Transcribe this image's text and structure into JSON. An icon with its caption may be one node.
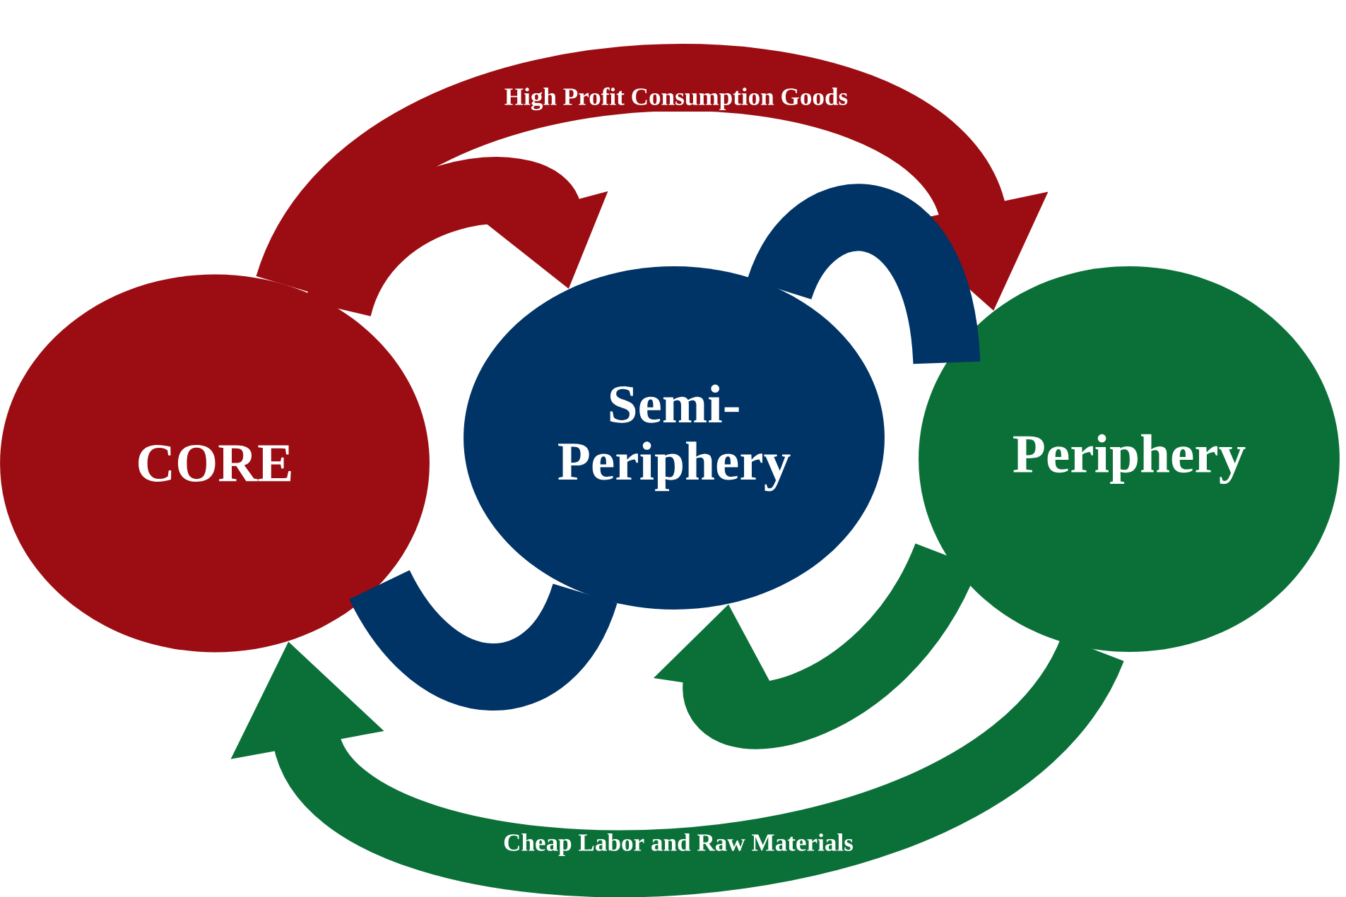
{
  "diagram": {
    "nodes": [
      {
        "text": [
          "CORE"
        ]
      },
      {
        "text": [
          "Semi-Periphery"
        ]
      },
      {
        "text": [
          "Periphery"
        ]
      }
    ],
    "edges": [
      {
        "from": 0,
        "to": 2,
        "arrow": "to",
        "label": "High Profit Consumption Goods",
        "color": "#9b0d12"
      },
      {
        "from": 0,
        "to": 1,
        "arrow": "to",
        "color": "#9b0d12"
      },
      {
        "from": 1,
        "to": 2,
        "arrow": "none",
        "color": "#003366"
      },
      {
        "from": 1,
        "to": 0,
        "arrow": "none",
        "color": "#003366"
      },
      {
        "from": 2,
        "to": 0,
        "arrow": "to",
        "label": "Cheap Labor and Raw Materials",
        "color": "#0a7038"
      },
      {
        "from": 2,
        "to": 1,
        "arrow": "to",
        "color": "#0a7038"
      }
    ]
  }
}
